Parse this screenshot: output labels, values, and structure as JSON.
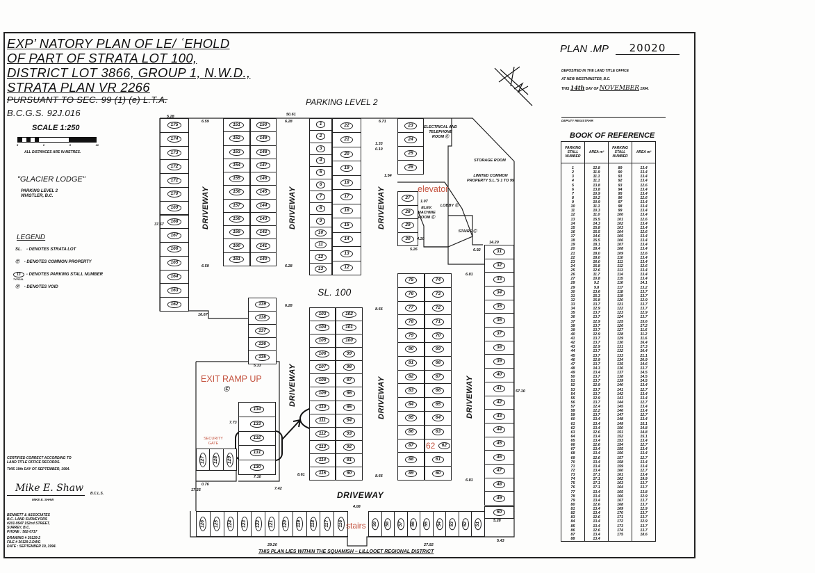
{
  "title": {
    "lines": [
      "EXP’ NATORY PLAN OF LE/ ʿEHOLD",
      "OF PART OF STRATA LOT 100,",
      "DISTRICT LOT 3866, GROUP 1, N.W.D.,",
      "STRATA PLAN VR 2266"
    ],
    "struck": "PURSUANT TO SEC. 99 (1) (e) L.T.A.",
    "bcgs": "B.C.G.S. 92J.016"
  },
  "scale": {
    "label": "SCALE 1:250",
    "ticks": [
      "5",
      "0",
      "5",
      "10"
    ],
    "note": "ALL DISTANCES ARE IN METRES."
  },
  "project": {
    "name": "\"GLACIER LODGE\"",
    "sub1": "PARKING LEVEL 2",
    "sub2": "WHISTLER, B.C."
  },
  "legend": {
    "title": "LEGEND",
    "items": [
      {
        "symbol": "SL.",
        "text": "- DENOTES STRATA LOT"
      },
      {
        "symbol": "Ⓒ",
        "text": "- DENOTES COMMON PROPERTY"
      },
      {
        "symbol": "13",
        "sub": "TYPICAL",
        "text": "- DENOTES PARKING STALL NUMBER"
      },
      {
        "symbol": "Ⓥ",
        "text": "- DENOTES VOID"
      }
    ]
  },
  "certification": {
    "line1": "CERTIFIED CORRECT ACCORDING TO",
    "line2": "LAND TITLE OFFICE RECORDS.",
    "date": "THIS 19th DAY OF SEPTEMBER, 1994.",
    "signature": "Mike E. Shaw",
    "bcls": "B.C.L.S.",
    "name": "MIKE E. SHAW",
    "firm": [
      "BENNETT & ASSOCIATES",
      "B.C. LAND SURVEYORS",
      "#201-9547 152nd STREET,",
      "SURREY, B.C.",
      "PHONE : 582-0717"
    ],
    "drawing": [
      "DRAWING # 30129-2",
      "FILE # 30129-2.DWG",
      "DATE : SEPTEMBER 19, 1994."
    ]
  },
  "plan_header": {
    "plan": "PLAN .MP",
    "plan_no": "20020",
    "dep1": "DEPOSITED IN THE LAND TITLE OFFICE",
    "dep2": "AT NEW WESTMINSTER, B.C.",
    "dep3a": "THIS",
    "day": "14th",
    "dep3b": "DAY OF",
    "month": "NOVEMBER",
    "year": "1994.",
    "registrar": "DEPUTY REGISTRAR"
  },
  "book_of_reference": {
    "title": "BOOK OF REFERENCE",
    "headers": [
      "PARKING STALL NUMBER",
      "AREA m²",
      "PARKING STALL NUMBER",
      "AREA m²"
    ],
    "left": [
      [
        "1",
        "12.8"
      ],
      [
        "2",
        "11.9"
      ],
      [
        "3",
        "11.1"
      ],
      [
        "4",
        "11.1"
      ],
      [
        "5",
        "13.8"
      ],
      [
        "6",
        "13.8"
      ],
      [
        "7",
        "10.9"
      ],
      [
        "8",
        "10.2"
      ],
      [
        "9",
        "10.9"
      ],
      [
        "10",
        "11.1"
      ],
      [
        "11",
        "10.3"
      ],
      [
        "12",
        "11.0"
      ],
      [
        "13",
        "15.5"
      ],
      [
        "14",
        "14.3"
      ],
      [
        "15",
        "15.8"
      ],
      [
        "16",
        "15.5"
      ],
      [
        "17",
        "14.6"
      ],
      [
        "18",
        "15.5"
      ],
      [
        "19",
        "18.1"
      ],
      [
        "20",
        "18.4"
      ],
      [
        "21",
        "18.0"
      ],
      [
        "22",
        "18.0"
      ],
      [
        "23",
        "16.0"
      ],
      [
        "24",
        "15.8"
      ],
      [
        "25",
        "12.6"
      ],
      [
        "26",
        "11.7"
      ],
      [
        "27",
        "10.8"
      ],
      [
        "28",
        "9.2"
      ],
      [
        "29",
        "9.8"
      ],
      [
        "30",
        "13.6"
      ],
      [
        "31",
        "15.3"
      ],
      [
        "32",
        "15.8"
      ],
      [
        "33",
        "13.7"
      ],
      [
        "34",
        "12.9"
      ],
      [
        "35",
        "13.7"
      ],
      [
        "36",
        "13.7"
      ],
      [
        "37",
        "12.9"
      ],
      [
        "38",
        "13.7"
      ],
      [
        "39",
        "13.7"
      ],
      [
        "40",
        "12.9"
      ],
      [
        "41",
        "13.7"
      ],
      [
        "42",
        "13.7"
      ],
      [
        "43",
        "12.9"
      ],
      [
        "44",
        "13.7"
      ],
      [
        "45",
        "13.7"
      ],
      [
        "46",
        "12.9"
      ],
      [
        "47",
        "13.7"
      ],
      [
        "48",
        "14.3"
      ],
      [
        "49",
        "13.4"
      ],
      [
        "50",
        "13.7"
      ],
      [
        "51",
        "13.7"
      ],
      [
        "52",
        "12.9"
      ],
      [
        "53",
        "13.7"
      ],
      [
        "54",
        "13.7"
      ],
      [
        "55",
        "12.9"
      ],
      [
        "56",
        "13.7"
      ],
      [
        "57",
        "12.4"
      ],
      [
        "58",
        "12.2"
      ],
      [
        "59",
        "13.7"
      ],
      [
        "60",
        "13.4"
      ],
      [
        "61",
        "13.4"
      ],
      [
        "62",
        "13.4"
      ],
      [
        "63",
        "12.6"
      ],
      [
        "64",
        "13.4"
      ],
      [
        "65",
        "13.4"
      ],
      [
        "66",
        "12.6"
      ],
      [
        "67",
        "13.4"
      ],
      [
        "68",
        "13.4"
      ],
      [
        "69",
        "12.6"
      ],
      [
        "70",
        "13.4"
      ],
      [
        "71",
        "13.4"
      ],
      [
        "72",
        "13.4"
      ],
      [
        "73",
        "17.1"
      ],
      [
        "74",
        "17.1"
      ],
      [
        "75",
        "17.1"
      ],
      [
        "76",
        "17.1"
      ],
      [
        "77",
        "13.4"
      ],
      [
        "78",
        "13.4"
      ],
      [
        "79",
        "13.4"
      ],
      [
        "80",
        "12.6"
      ],
      [
        "81",
        "13.4"
      ],
      [
        "82",
        "13.4"
      ],
      [
        "83",
        "12.6"
      ],
      [
        "84",
        "13.4"
      ],
      [
        "85",
        "13.4"
      ],
      [
        "86",
        "12.6"
      ],
      [
        "87",
        "13.4"
      ],
      [
        "88",
        "13.4"
      ]
    ],
    "right": [
      [
        "89",
        "13.4"
      ],
      [
        "90",
        "13.4"
      ],
      [
        "91",
        "13.4"
      ],
      [
        "92",
        "13.4"
      ],
      [
        "93",
        "12.6"
      ],
      [
        "94",
        "13.4"
      ],
      [
        "95",
        "13.4"
      ],
      [
        "96",
        "12.6"
      ],
      [
        "97",
        "13.4"
      ],
      [
        "98",
        "13.4"
      ],
      [
        "99",
        "13.4"
      ],
      [
        "100",
        "13.4"
      ],
      [
        "101",
        "12.6"
      ],
      [
        "102",
        "13.4"
      ],
      [
        "103",
        "13.4"
      ],
      [
        "104",
        "12.6"
      ],
      [
        "105",
        "13.4"
      ],
      [
        "106",
        "13.4"
      ],
      [
        "107",
        "13.4"
      ],
      [
        "108",
        "13.4"
      ],
      [
        "109",
        "12.6"
      ],
      [
        "110",
        "13.4"
      ],
      [
        "111",
        "13.4"
      ],
      [
        "112",
        "12.6"
      ],
      [
        "113",
        "13.4"
      ],
      [
        "114",
        "13.4"
      ],
      [
        "115",
        "13.4"
      ],
      [
        "116",
        "14.1"
      ],
      [
        "117",
        "13.2"
      ],
      [
        "118",
        "13.7"
      ],
      [
        "119",
        "13.7"
      ],
      [
        "120",
        "12.9"
      ],
      [
        "121",
        "13.7"
      ],
      [
        "122",
        "13.7"
      ],
      [
        "123",
        "12.9"
      ],
      [
        "124",
        "13.7"
      ],
      [
        "125",
        "15.6"
      ],
      [
        "126",
        "17.2"
      ],
      [
        "127",
        "11.6"
      ],
      [
        "128",
        "11.2"
      ],
      [
        "129",
        "11.6"
      ],
      [
        "130",
        "16.4"
      ],
      [
        "131",
        "17.3"
      ],
      [
        "132",
        "16.4"
      ],
      [
        "133",
        "21.1"
      ],
      [
        "134",
        "20.9"
      ],
      [
        "135",
        "14.6"
      ],
      [
        "136",
        "13.7"
      ],
      [
        "137",
        "14.5"
      ],
      [
        "138",
        "14.5"
      ],
      [
        "139",
        "14.5"
      ],
      [
        "140",
        "13.4"
      ],
      [
        "141",
        "12.7"
      ],
      [
        "142",
        "13.4"
      ],
      [
        "143",
        "13.4"
      ],
      [
        "144",
        "12.7"
      ],
      [
        "145",
        "13.4"
      ],
      [
        "146",
        "13.4"
      ],
      [
        "147",
        "12.7"
      ],
      [
        "148",
        "13.4"
      ],
      [
        "149",
        "15.1"
      ],
      [
        "150",
        "14.8"
      ],
      [
        "151",
        "14.8"
      ],
      [
        "152",
        "15.1"
      ],
      [
        "153",
        "13.4"
      ],
      [
        "154",
        "12.7"
      ],
      [
        "155",
        "13.4"
      ],
      [
        "156",
        "13.4"
      ],
      [
        "157",
        "12.7"
      ],
      [
        "158",
        "13.4"
      ],
      [
        "159",
        "13.4"
      ],
      [
        "160",
        "12.7"
      ],
      [
        "161",
        "13.4"
      ],
      [
        "162",
        "19.9"
      ],
      [
        "163",
        "13.7"
      ],
      [
        "164",
        "13.7"
      ],
      [
        "165",
        "13.8"
      ],
      [
        "166",
        "12.9"
      ],
      [
        "167",
        "13.7"
      ],
      [
        "168",
        "13.7"
      ],
      [
        "169",
        "12.9"
      ],
      [
        "170",
        "13.7"
      ],
      [
        "171",
        "13.7"
      ],
      [
        "172",
        "12.9"
      ],
      [
        "173",
        "13.7"
      ],
      [
        "174",
        "13.7"
      ],
      [
        "175",
        "18.6"
      ]
    ]
  },
  "plan": {
    "heading": "PARKING LEVEL 2",
    "strata_lot": "SL. 100",
    "driveway": "DRIVEWAY",
    "rooms": {
      "electrical": "ELECTRICAL AND TELEPHONE ROOM Ⓒ",
      "storage": "STORAGE ROOM",
      "lcp": "LIMITED COMMON PROPERTY S.L.'S 1 TO 99",
      "elev_machine": "ELEV. MACHINE ROOM Ⓒ",
      "lobby": "LOBBY Ⓒ",
      "stairs": "STAIRS Ⓒ",
      "exit_cp": "Ⓒ"
    },
    "annotations": {
      "exit_ramp": "EXIT RAMP UP",
      "security_gate": "SECURITY GATE",
      "elevator": "elevator",
      "stairs": "stairs",
      "stall_62": "62"
    },
    "stalls": {
      "A": [
        "175",
        "174",
        "173",
        "172",
        "171",
        "170",
        "169",
        "168",
        "167",
        "166",
        "165",
        "164",
        "163",
        "162"
      ],
      "B_left": [
        "151",
        "152",
        "153",
        "154",
        "155",
        "156",
        "157",
        "158",
        "159",
        "160",
        "161"
      ],
      "B_right": [
        "150",
        "149",
        "148",
        "147",
        "146",
        "145",
        "144",
        "143",
        "142",
        "141",
        "140"
      ],
      "C_left": [
        "1",
        "2",
        "3",
        "4",
        "5",
        "6",
        "7",
        "8",
        "9",
        "10",
        "11",
        "12",
        "13"
      ],
      "C_right": [
        "22",
        "21",
        "20",
        "19",
        "18",
        "17",
        "16",
        "15",
        "14",
        "13",
        "12"
      ],
      "D1": [
        "23",
        "24",
        "25",
        "26"
      ],
      "D2": [
        "27",
        "28",
        "29",
        "30"
      ],
      "E": [
        "31",
        "32",
        "33",
        "34",
        "35",
        "36",
        "37",
        "38",
        "39",
        "40",
        "41",
        "42",
        "43",
        "44",
        "45",
        "46",
        "47",
        "48",
        "49"
      ],
      "E50": [
        "50"
      ],
      "F_left": [
        "75",
        "76",
        "77",
        "78",
        "79",
        "80",
        "81",
        "82",
        "83",
        "84",
        "85",
        "86",
        "87",
        "88",
        "89"
      ],
      "F_right": [
        "74",
        "73",
        "72",
        "71",
        "70",
        "69",
        "68",
        "67",
        "66",
        "65",
        "64",
        "63",
        "62",
        "61",
        "60"
      ],
      "G_left": [
        "103",
        "104",
        "105",
        "106",
        "107",
        "108",
        "109",
        "110",
        "111",
        "112",
        "113",
        "114",
        "115"
      ],
      "G_right": [
        "102",
        "101",
        "100",
        "99",
        "98",
        "97",
        "96",
        "95",
        "94",
        "93",
        "92",
        "91",
        "90"
      ],
      "H": [
        "139",
        "138",
        "137",
        "136",
        "135"
      ],
      "I": [
        "134",
        "133",
        "132",
        "131",
        "130"
      ],
      "J": [
        "127",
        "128",
        "129"
      ],
      "K_left": [
        "126",
        "125",
        "124",
        "123",
        "122",
        "121",
        "120",
        "119",
        "118",
        "117",
        "116"
      ],
      "K_right": [
        "59",
        "58",
        "57",
        "56",
        "55",
        "54",
        "53",
        "52",
        "51"
      ]
    },
    "dimensions": [
      "50.61",
      "6.59",
      "6.28",
      "6.59",
      "6.28",
      "16.67",
      "6.28",
      "8.66",
      "6.81",
      "6.81",
      "8.61",
      "8.66",
      "6.92",
      "14.20",
      "29.20",
      "27.92",
      "4.08",
      "37.57",
      "57.10",
      "1.33",
      "0.10",
      "1.07",
      "1.54",
      "5.26",
      "4.20",
      "7.10",
      "7.42",
      "7.73",
      "17.35",
      "0.76",
      "5.43",
      "5.28",
      "6.71",
      "5.28",
      "5.33"
    ],
    "footer": "THIS PLAN LIES WITHIN THE SQUAMISH – LILLOOET REGIONAL DISTRICT"
  },
  "colors": {
    "annotation": "#c4533f",
    "ink": "#111111"
  }
}
